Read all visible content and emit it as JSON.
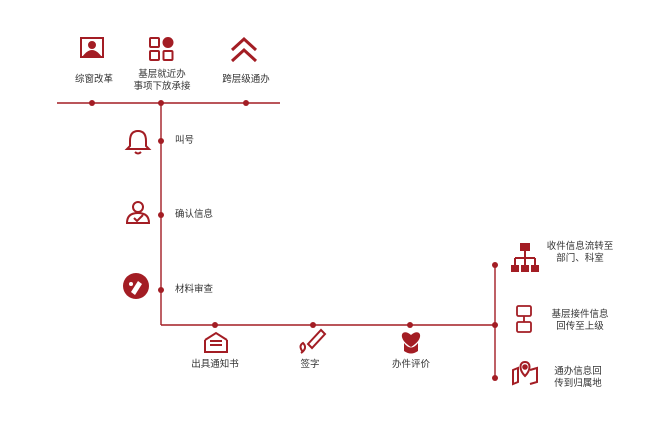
{
  "colors": {
    "accent": "#a31d24",
    "text": "#333333",
    "background": "#ffffff"
  },
  "top_row": [
    {
      "icon": "portrait-frame-icon",
      "label": "综窗改革"
    },
    {
      "icon": "app-grid-icon",
      "label": "基层就近办\n事项下放承接"
    },
    {
      "icon": "double-chevron-up-icon",
      "label": "跨层级通办"
    }
  ],
  "vertical_steps": [
    {
      "icon": "bell-icon",
      "label": "叫号"
    },
    {
      "icon": "user-check-icon",
      "label": "确认信息"
    },
    {
      "icon": "review-stamp-icon",
      "label": "材料审查"
    }
  ],
  "bottom_steps": [
    {
      "icon": "envelope-tray-icon",
      "label": "出具通知书"
    },
    {
      "icon": "pen-sign-icon",
      "label": "签字"
    },
    {
      "icon": "heart-flower-icon",
      "label": "办件评价"
    }
  ],
  "right_branch": [
    {
      "icon": "org-chart-icon",
      "label": "收件信息流转至\n部门、科室"
    },
    {
      "icon": "flowchart-icon",
      "label": "基层接件信息\n回传至上级"
    },
    {
      "icon": "map-pin-icon",
      "label": "通办信息回\n传到归属地"
    }
  ]
}
